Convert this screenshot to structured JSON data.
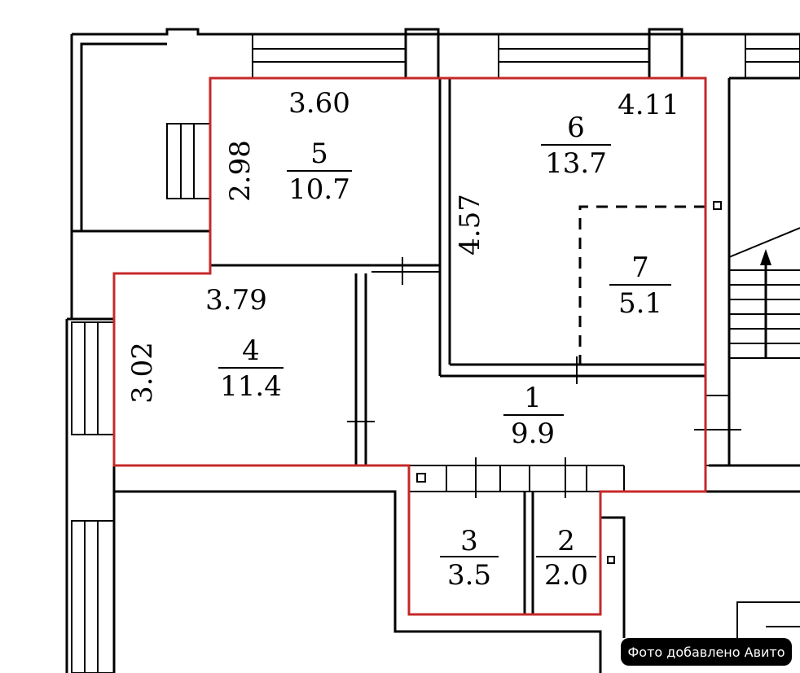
{
  "rooms": [
    {
      "number": "5",
      "area": "10.7"
    },
    {
      "number": "6",
      "area": "13.7"
    },
    {
      "number": "7",
      "area": "5.1"
    },
    {
      "number": "4",
      "area": "11.4"
    },
    {
      "number": "1",
      "area": "9.9"
    },
    {
      "number": "3",
      "area": "3.5"
    },
    {
      "number": "2",
      "area": "2.0"
    }
  ],
  "dimensions": {
    "room5_width": "3.60",
    "room5_height": "2.98",
    "room6_width": "4.11",
    "room6_height": "4.57",
    "room4_width": "3.79",
    "room4_height": "3.02"
  },
  "watermark": "Фото добавлено Авито",
  "colors": {
    "outline": "#c62828",
    "walls": "#000000",
    "background": "#ffffff"
  }
}
